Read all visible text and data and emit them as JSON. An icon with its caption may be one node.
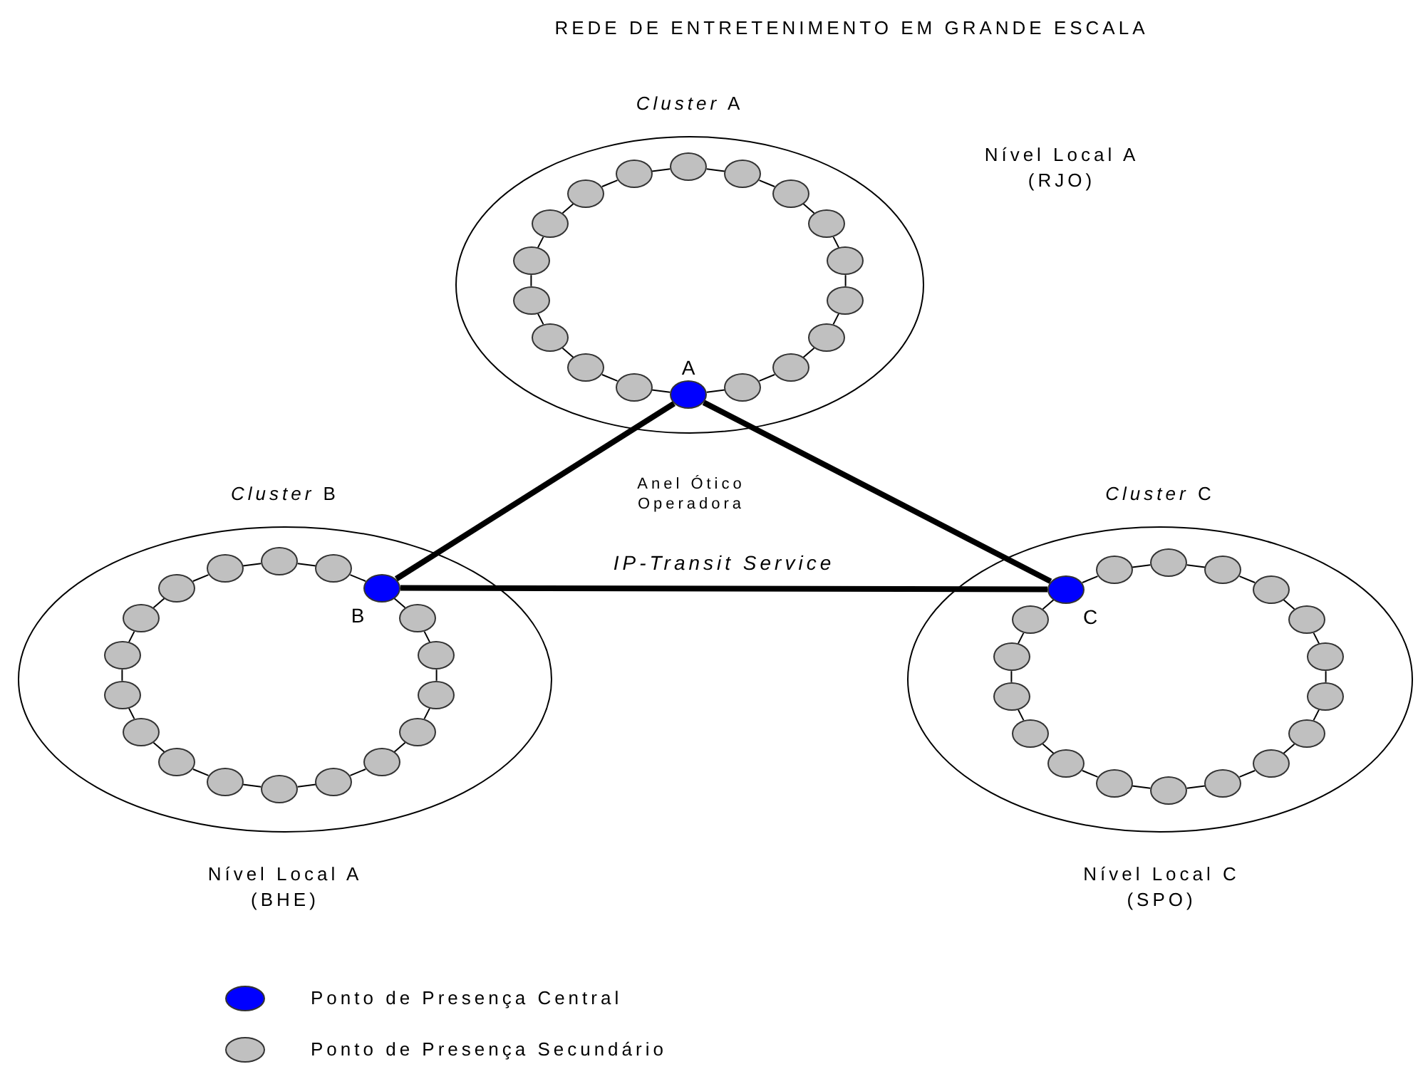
{
  "diagram": {
    "title": "REDE DE ENTRETENIMENTO EM GRANDE ESCALA",
    "nodes": [
      {
        "text": [
          "*Cluster* A"
        ],
        "beside": [
          "Nível Local A (RJO)"
        ]
      },
      {
        "text": [
          "A"
        ],
        "in": 0
      },
      {
        "text": [],
        "shape": "circle",
        "in": 0
      },
      {
        "text": [],
        "shape": "circle",
        "in": 0
      },
      {
        "text": [],
        "shape": "circle",
        "in": 0
      },
      {
        "text": [],
        "shape": "circle",
        "in": 0
      },
      {
        "text": [],
        "shape": "circle",
        "in": 0
      },
      {
        "text": [],
        "shape": "circle",
        "in": 0
      },
      {
        "text": [],
        "shape": "circle",
        "in": 0
      },
      {
        "text": [],
        "shape": "circle",
        "in": 0
      },
      {
        "text": [],
        "shape": "circle",
        "in": 0
      },
      {
        "text": [],
        "shape": "circle",
        "in": 0
      },
      {
        "text": [],
        "shape": "circle",
        "in": 0
      },
      {
        "text": [],
        "shape": "circle",
        "in": 0
      },
      {
        "text": [],
        "shape": "circle",
        "in": 0
      },
      {
        "text": [],
        "shape": "circle",
        "in": 0
      },
      {
        "text": [],
        "shape": "circle",
        "in": 0
      },
      {
        "text": [],
        "shape": "circle",
        "in": 0
      },
      {
        "text": [],
        "shape": "circle",
        "in": 0
      },
      {
        "text": [
          "*Cluster* B"
        ],
        "beside": [
          "Nível Local A (BHE)"
        ]
      },
      {
        "text": [
          "B"
        ],
        "in": 19
      },
      {
        "text": [],
        "shape": "circle",
        "in": 19
      },
      {
        "text": [],
        "shape": "circle",
        "in": 19
      },
      {
        "text": [],
        "shape": "circle",
        "in": 19
      },
      {
        "text": [],
        "shape": "circle",
        "in": 19
      },
      {
        "text": [],
        "shape": "circle",
        "in": 19
      },
      {
        "text": [],
        "shape": "circle",
        "in": 19
      },
      {
        "text": [],
        "shape": "circle",
        "in": 19
      },
      {
        "text": [],
        "shape": "circle",
        "in": 19
      },
      {
        "text": [],
        "shape": "circle",
        "in": 19
      },
      {
        "text": [],
        "shape": "circle",
        "in": 19
      },
      {
        "text": [],
        "shape": "circle",
        "in": 19
      },
      {
        "text": [],
        "shape": "circle",
        "in": 19
      },
      {
        "text": [],
        "shape": "circle",
        "in": 19
      },
      {
        "text": [],
        "shape": "circle",
        "in": 19
      },
      {
        "text": [],
        "shape": "circle",
        "in": 19
      },
      {
        "text": [],
        "shape": "circle",
        "in": 19
      },
      {
        "text": [],
        "shape": "circle",
        "in": 19
      },
      {
        "text": [
          "*Cluster* C"
        ],
        "beside": [
          "Nível Local C (SPO)"
        ]
      },
      {
        "text": [
          "C"
        ],
        "in": 38
      },
      {
        "text": [],
        "shape": "circle",
        "in": 38
      },
      {
        "text": [],
        "shape": "circle",
        "in": 38
      },
      {
        "text": [],
        "shape": "circle",
        "in": 38
      },
      {
        "text": [],
        "shape": "circle",
        "in": 38
      },
      {
        "text": [],
        "shape": "circle",
        "in": 38
      },
      {
        "text": [],
        "shape": "circle",
        "in": 38
      },
      {
        "text": [],
        "shape": "circle",
        "in": 38
      },
      {
        "text": [],
        "shape": "circle",
        "in": 38
      },
      {
        "text": [],
        "shape": "circle",
        "in": 38
      },
      {
        "text": [],
        "shape": "circle",
        "in": 38
      },
      {
        "text": [],
        "shape": "circle",
        "in": 38
      },
      {
        "text": [],
        "shape": "circle",
        "in": 38
      },
      {
        "text": [],
        "shape": "circle",
        "in": 38
      },
      {
        "text": [],
        "shape": "circle",
        "in": 38
      },
      {
        "text": [],
        "shape": "circle",
        "in": 38
      },
      {
        "text": [],
        "shape": "circle",
        "in": 38
      },
      {
        "text": [],
        "shape": "circle",
        "in": 38
      }
    ],
    "edges": [
      {
        "from": 1,
        "to": 20,
        "arrow": "none",
        "style": "thick"
      },
      {
        "from": 1,
        "to": 39,
        "arrow": "none",
        "style": "thick"
      },
      {
        "from": 20,
        "to": 39,
        "arrow": "none",
        "style": "thick",
        "label": "IP-Transit Service"
      },
      {
        "from": 1,
        "to": 2,
        "arrow": "none"
      },
      {
        "from": 2,
        "to": 3,
        "arrow": "none"
      },
      {
        "from": 3,
        "to": 4,
        "arrow": "none"
      },
      {
        "from": 4,
        "to": 5,
        "arrow": "none"
      },
      {
        "from": 5,
        "to": 6,
        "arrow": "none"
      },
      {
        "from": 6,
        "to": 7,
        "arrow": "none"
      },
      {
        "from": 7,
        "to": 8,
        "arrow": "none"
      },
      {
        "from": 8,
        "to": 9,
        "arrow": "none"
      },
      {
        "from": 9,
        "to": 10,
        "arrow": "none"
      },
      {
        "from": 10,
        "to": 11,
        "arrow": "none"
      },
      {
        "from": 11,
        "to": 12,
        "arrow": "none"
      },
      {
        "from": 12,
        "to": 13,
        "arrow": "none"
      },
      {
        "from": 13,
        "to": 14,
        "arrow": "none"
      },
      {
        "from": 14,
        "to": 15,
        "arrow": "none"
      },
      {
        "from": 15,
        "to": 16,
        "arrow": "none"
      },
      {
        "from": 16,
        "to": 17,
        "arrow": "none"
      },
      {
        "from": 17,
        "to": 18,
        "arrow": "none"
      },
      {
        "from": 18,
        "to": 1,
        "arrow": "none"
      },
      {
        "from": 20,
        "to": 21,
        "arrow": "none"
      },
      {
        "from": 21,
        "to": 22,
        "arrow": "none"
      },
      {
        "from": 22,
        "to": 23,
        "arrow": "none"
      },
      {
        "from": 23,
        "to": 24,
        "arrow": "none"
      },
      {
        "from": 24,
        "to": 25,
        "arrow": "none"
      },
      {
        "from": 25,
        "to": 26,
        "arrow": "none"
      },
      {
        "from": 26,
        "to": 27,
        "arrow": "none"
      },
      {
        "from": 27,
        "to": 28,
        "arrow": "none"
      },
      {
        "from": 28,
        "to": 29,
        "arrow": "none"
      },
      {
        "from": 29,
        "to": 30,
        "arrow": "none"
      },
      {
        "from": 30,
        "to": 31,
        "arrow": "none"
      },
      {
        "from": 31,
        "to": 32,
        "arrow": "none"
      },
      {
        "from": 32,
        "to": 33,
        "arrow": "none"
      },
      {
        "from": 33,
        "to": 34,
        "arrow": "none"
      },
      {
        "from": 34,
        "to": 35,
        "arrow": "none"
      },
      {
        "from": 35,
        "to": 36,
        "arrow": "none"
      },
      {
        "from": 36,
        "to": 37,
        "arrow": "none"
      },
      {
        "from": 37,
        "to": 20,
        "arrow": "none"
      },
      {
        "from": 39,
        "to": 40,
        "arrow": "none"
      },
      {
        "from": 40,
        "to": 41,
        "arrow": "none"
      },
      {
        "from": 41,
        "to": 42,
        "arrow": "none"
      },
      {
        "from": 42,
        "to": 43,
        "arrow": "none"
      },
      {
        "from": 43,
        "to": 44,
        "arrow": "none"
      },
      {
        "from": 44,
        "to": 45,
        "arrow": "none"
      },
      {
        "from": 45,
        "to": 46,
        "arrow": "none"
      },
      {
        "from": 46,
        "to": 47,
        "arrow": "none"
      },
      {
        "from": 47,
        "to": 48,
        "arrow": "none"
      },
      {
        "from": 48,
        "to": 49,
        "arrow": "none"
      },
      {
        "from": 49,
        "to": 50,
        "arrow": "none"
      },
      {
        "from": 50,
        "to": 51,
        "arrow": "none"
      },
      {
        "from": 51,
        "to": 52,
        "arrow": "none"
      },
      {
        "from": 52,
        "to": 53,
        "arrow": "none"
      },
      {
        "from": 53,
        "to": 54,
        "arrow": "none"
      },
      {
        "from": 54,
        "to": 55,
        "arrow": "none"
      },
      {
        "from": 55,
        "to": 56,
        "arrow": "none"
      },
      {
        "from": 56,
        "to": 39,
        "arrow": "none"
      }
    ],
    "labels": [
      "Anel Ótico Operadora"
    ],
    "legend": [
      {
        "text": "Ponto de Presença Central",
        "color": "#0000ff"
      },
      {
        "text": "Ponto de Presença Secundário",
        "color": "#c0c0c0"
      }
    ]
  }
}
